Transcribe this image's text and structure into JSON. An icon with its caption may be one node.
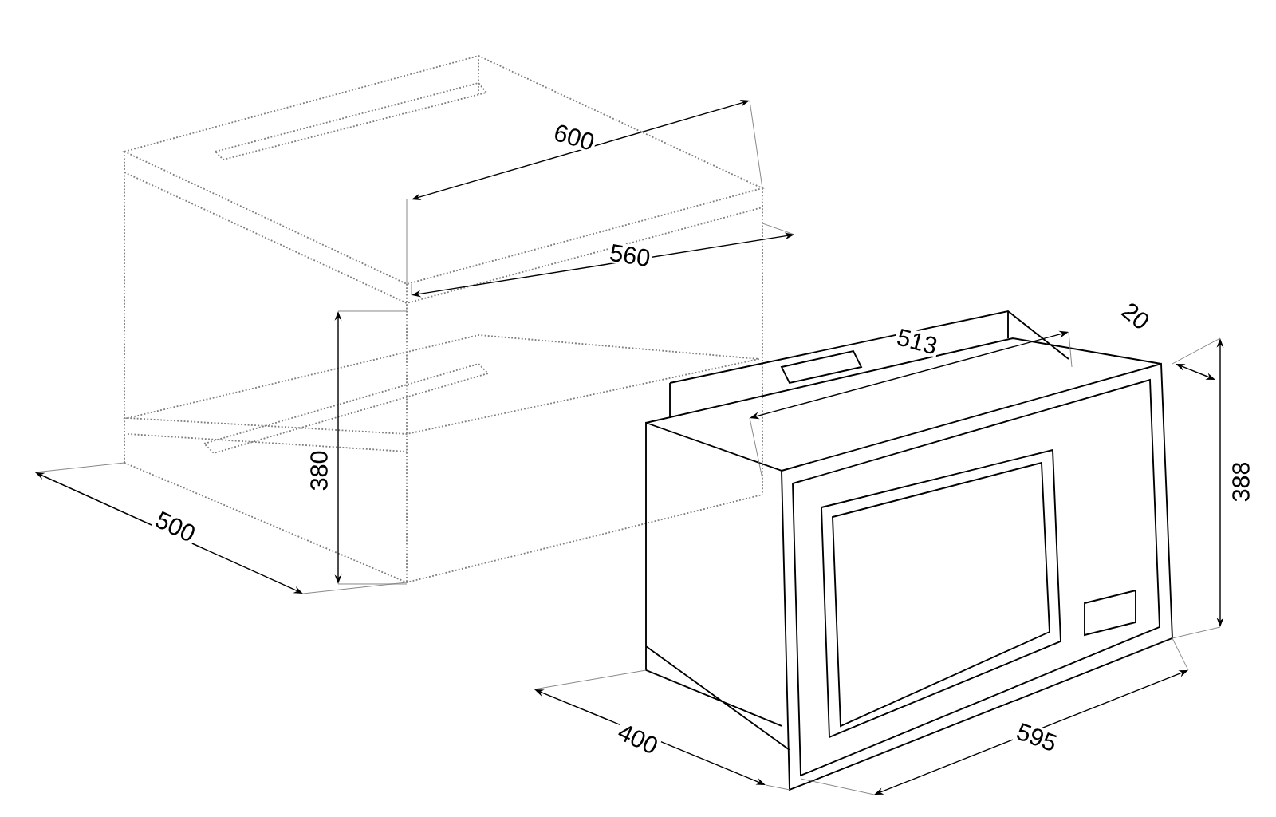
{
  "diagram": {
    "labels": [
      "600",
      "560",
      "513",
      "20",
      "380",
      "388",
      "500",
      "400",
      "595"
    ]
  }
}
